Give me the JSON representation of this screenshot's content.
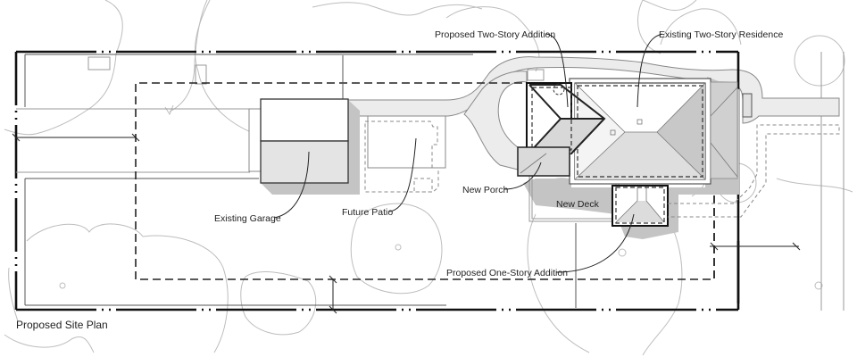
{
  "drawing": {
    "title": "Proposed Site Plan",
    "labels": {
      "proposed_two_story_addition": "Proposed Two-Story Addition",
      "existing_two_story_residence": "Existing Two-Story Residence",
      "existing_garage": "Existing Garage",
      "future_patio": "Future Patio",
      "new_porch": "New Porch",
      "new_deck": "New Deck",
      "proposed_one_story_addition": "Proposed One-Story Addition"
    },
    "colors": {
      "line": "#111111",
      "tree_outline": "#bdbdbd",
      "shadow": "#c4c4c4",
      "roof_shade": "#d8d8d8",
      "gravel": "#ececec"
    }
  }
}
